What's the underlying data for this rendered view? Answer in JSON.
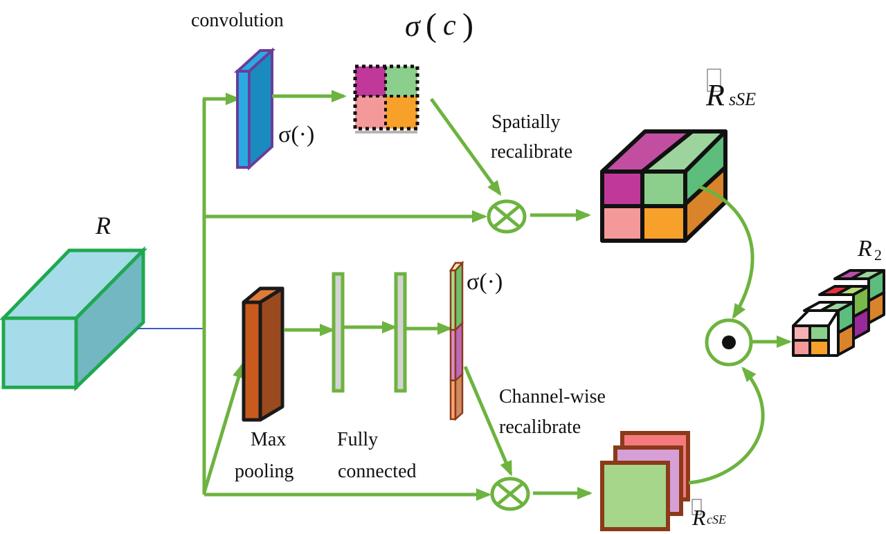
{
  "title": "Concurrent spatial and channel squeeze-and-excitation block",
  "colors": {
    "arrow": "#6db33f",
    "input_fill_front": "#a6dcea",
    "input_fill_side": "#73b7c3",
    "input_stroke": "#1fa84f",
    "conv_stroke": "#6a3d9a",
    "conv_front": "#29abe2",
    "conv_side": "#1a8bbf",
    "pool_front": "#c85a1e",
    "pool_side": "#9b4a1f",
    "pool_top": "#e07b3a",
    "fc_fill": "#d3d3d3",
    "magenta": "#c0399a",
    "light_green": "#8cce8c",
    "pink": "#f4999a",
    "orange": "#f7a02a",
    "dark_orange": "#d9842a",
    "green_side": "#5dbd7c",
    "violet": "#cf8fcf",
    "salmon": "#f47a7d",
    "red": "#e8323a",
    "brown": "#8b3a1a",
    "black": "#111111"
  },
  "labels": {
    "input": {
      "main": "R"
    },
    "convolution": "convolution",
    "sigma_c": {
      "fn": "σ",
      "open": "(",
      "arg": "c",
      "close": ")"
    },
    "sigma_dot_top": "σ(·)",
    "sigma_dot_bottom": "σ(·)",
    "spatially_1": "Spatially",
    "spatially_2": "recalibrate",
    "r_sse": {
      "main": "R",
      "sub": "sSE"
    },
    "max_pooling_1": "Max",
    "max_pooling_2": "pooling",
    "fully_connected_1": "Fully",
    "fully_connected_2": "connected",
    "channel_1": "Channel-wise",
    "channel_2": "recalibrate",
    "r_cse": {
      "main": "R",
      "sub": "cSE"
    },
    "r2": {
      "main": "R",
      "sub": "2"
    }
  },
  "operators": {
    "multiply_top": "⊗",
    "multiply_bottom": "⊗",
    "combine": "⊙"
  }
}
